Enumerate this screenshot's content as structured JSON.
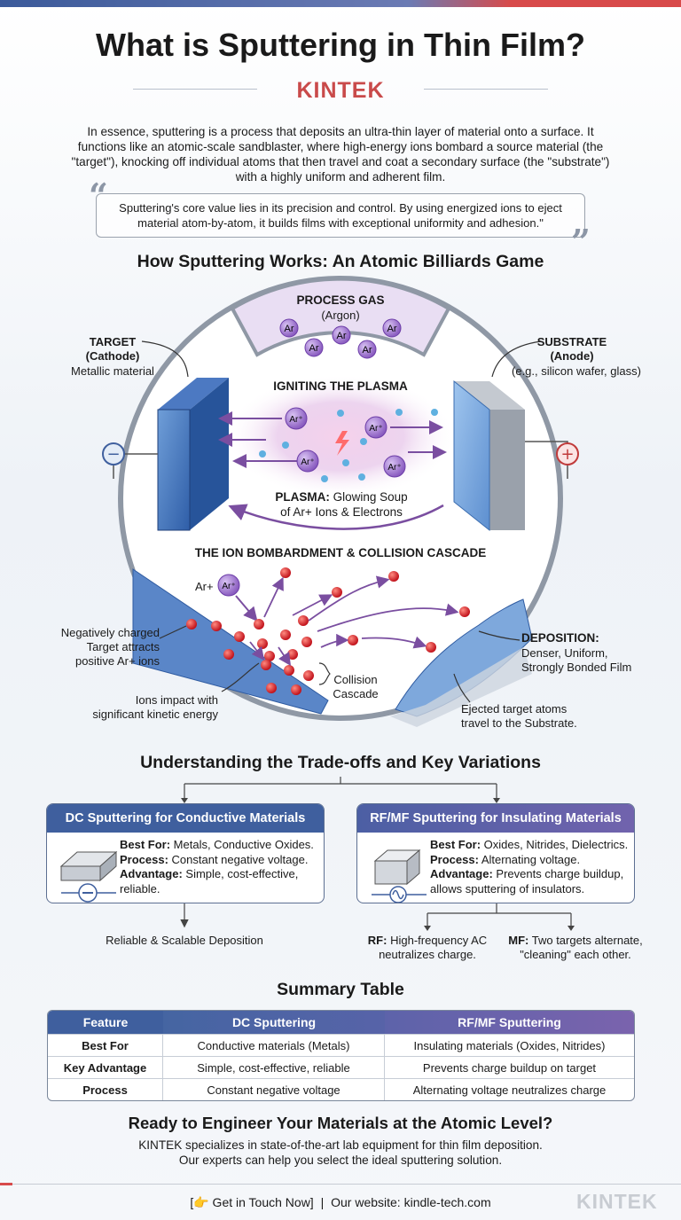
{
  "title": "What is Sputtering in Thin Film?",
  "brand": "KINTEK",
  "intro": "In essence, sputtering is a process that deposits an ultra-thin layer of material onto a surface. It functions like an atomic-scale sandblaster, where high-energy ions bombard a source material (the \"target\"), knocking off individual atoms that then travel and coat a secondary surface (the \"substrate\") with a highly uniform and adherent film.",
  "quote": "Sputtering's core value lies in its precision and control. By using energized ions to eject material atom-by-atom, it builds films with exceptional uniformity and adhesion.\"",
  "how": {
    "heading": "How Sputtering Works: An Atomic Billiards Game",
    "process_gas": "PROCESS GAS",
    "argon": "(Argon)",
    "ar": "Ar",
    "ar_ion": "Ar⁺",
    "target_title": "TARGET",
    "target_sub": "(Cathode)",
    "target_desc": "Metallic material",
    "substrate_title": "SUBSTRATE",
    "substrate_sub": "(Anode)",
    "substrate_desc": "(e.g., silicon wafer, glass)",
    "igniting": "IGNITING THE PLASMA",
    "plasma_bold": "PLASMA:",
    "plasma_text1": "Glowing Soup",
    "plasma_text2": "of Ar+ Ions & Electrons",
    "bombard": "THE ION BOMBARDMENT & COLLISION CASCADE",
    "ar_plus_label": "Ar+",
    "neg_line1": "Negatively charged",
    "neg_line2": "Target attracts",
    "neg_line3": "positive Ar+ ions",
    "impact_line1": "Ions impact with",
    "impact_line2": "significant kinetic energy",
    "cascade_line1": "Collision",
    "cascade_line2": "Cascade",
    "deposition_title": "DEPOSITION:",
    "deposition_line1": "Denser, Uniform,",
    "deposition_line2": "Strongly Bonded Film",
    "ejected_line1": "Ejected target atoms",
    "ejected_line2": "travel to the Substrate.",
    "minus": "−",
    "plus": "+"
  },
  "tradeoffs": {
    "heading": "Understanding the Trade-offs and Key Variations",
    "dc": {
      "title": "DC Sputtering for Conductive Materials",
      "best_label": "Best For:",
      "best": " Metals, Conductive Oxides.",
      "process_label": "Process:",
      "process": " Constant negative voltage.",
      "advantage_label": "Advantage:",
      "advantage1": " Simple, cost-effective,",
      "advantage2": "reliable.",
      "result": "Reliable & Scalable Deposition"
    },
    "rf": {
      "title": "RF/MF Sputtering for Insulating Materials",
      "best_label": "Best For:",
      "best": " Oxides, Nitrides, Dielectrics.",
      "process_label": "Process:",
      "process": " Alternating voltage.",
      "advantage_label": "Advantage:",
      "advantage1": " Prevents charge buildup,",
      "advantage2": "allows sputtering of insulators.",
      "rf_label": "RF:",
      "rf_text1": " High-frequency AC",
      "rf_text2": "neutralizes charge.",
      "mf_label": "MF:",
      "mf_text1": " Two targets alternate,",
      "mf_text2": "\"cleaning\" each other."
    }
  },
  "summary": {
    "heading": "Summary Table",
    "headers": [
      "Feature",
      "DC Sputtering",
      "RF/MF Sputtering"
    ],
    "rows": [
      [
        "Best For",
        "Conductive materials (Metals)",
        "Insulating materials (Oxides, Nitrides)"
      ],
      [
        "Key Advantage",
        "Simple, cost-effective, reliable",
        "Prevents charge buildup on target"
      ],
      [
        "Process",
        "Constant negative voltage",
        "Alternating voltage neutralizes charge"
      ]
    ]
  },
  "cta": {
    "heading": "Ready to Engineer Your Materials at the Atomic Level?",
    "line1": "KINTEK specializes in state-of-the-art lab equipment for thin film deposition.",
    "line2": "Our experts can help you select the ideal sputtering solution.",
    "button": "[👉 Get in Touch Now]",
    "separator": "|",
    "website": "Our website: kindle-tech.com"
  },
  "colors": {
    "dc_header": "#3f5f9e",
    "rf_header": "#6a64a8",
    "accent_red": "#d84a4a",
    "ion_purple": "#8a5cc0",
    "atom_red": "#d8282c"
  }
}
